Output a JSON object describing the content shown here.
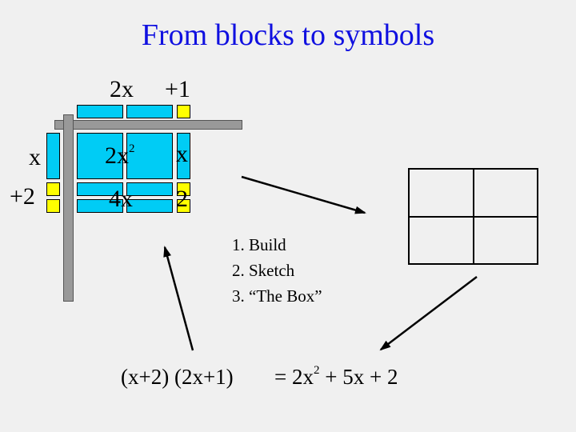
{
  "title": "From blocks to symbols",
  "blocks": {
    "top_labels": {
      "left": "2x",
      "right": "+1"
    },
    "side_labels": {
      "top": "x",
      "bottom": "+2"
    },
    "cells": {
      "x2_coef": "2x",
      "x2_exp": "2",
      "x_right": "x",
      "four_x": "4x",
      "two": "2"
    }
  },
  "steps": [
    "1. Build",
    "2. Sketch",
    "3. “The Box”"
  ],
  "equation": {
    "lhs": "(x+2) (2x+1)",
    "rhs_prefix": "= 2x",
    "rhs_exp": "2",
    "rhs_suffix": "+ 5x + 2"
  },
  "colors": {
    "title": "#1010e0",
    "long_block": "#00ccf5",
    "unit_block": "#ffff00",
    "frame": "#999999"
  }
}
